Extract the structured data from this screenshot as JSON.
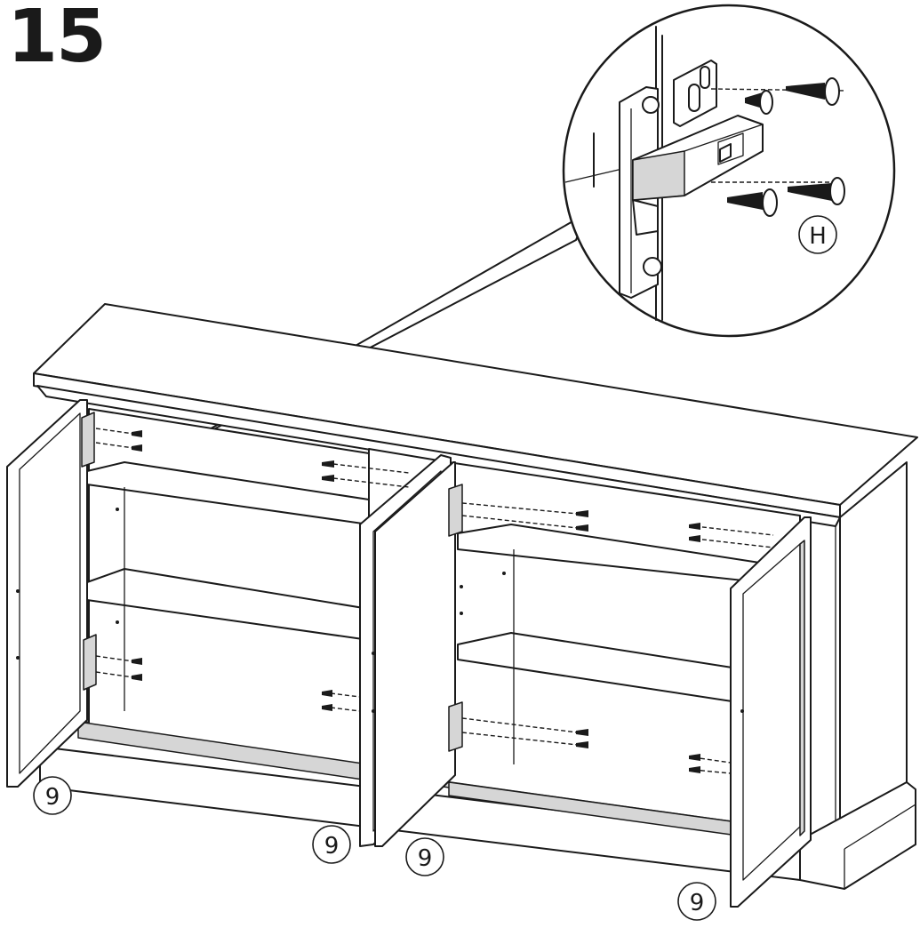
{
  "step": {
    "number": "15"
  },
  "callouts": {
    "part_label": "9",
    "hardware_label": "H"
  },
  "icons": {
    "cabinet": "sideboard-cabinet-illustration",
    "hinge": "cabinet-hinge-detail",
    "screw": "screw-icon",
    "magnifier": "detail-zoom-circle"
  },
  "colors": {
    "line": "#1a1a1a",
    "background": "#ffffff",
    "shade": "#d6d6d6"
  }
}
